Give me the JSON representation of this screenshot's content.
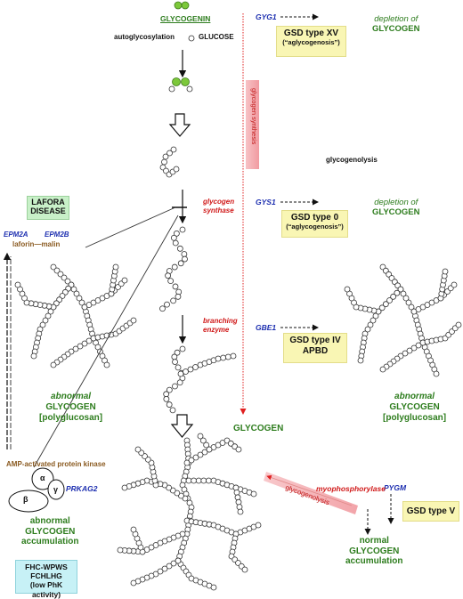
{
  "top": {
    "glycogenin": "GLYCOGENIN",
    "autoglycosylation": "autoglycosylation",
    "glucose": "GLUCOSE"
  },
  "steps": {
    "synthase": [
      "glycogen",
      "synthase"
    ],
    "branching": [
      "branching",
      "enzyme"
    ],
    "glycogen": "GLYCOGEN"
  },
  "arrows": {
    "synthesis": "glycogen synthesis",
    "glycogenolysis_header": "glycogenolysis",
    "glycogenolysis_label": "glycogenolysis"
  },
  "genes": {
    "gyg1": "GYG1",
    "gys1": "GYS1",
    "gbe1": "GBE1",
    "pygm": "PYGM",
    "epm2a": "EPM2A",
    "epm2b": "EPM2B",
    "prkag2": "PRKAG2"
  },
  "diseases": {
    "gsd15": [
      "GSD type XV",
      "(“aglycogenosis”)"
    ],
    "gsd0": [
      "GSD type 0",
      "(“aglycogenosis”)"
    ],
    "gsd4": [
      "GSD type IV",
      "APBD"
    ],
    "gsd5": "GSD type V"
  },
  "depletion": {
    "a": [
      "depletion of",
      "GLYCOGEN"
    ],
    "b": [
      "depletion of",
      "GLYCOGEN"
    ]
  },
  "lafora": {
    "box": [
      "LAFORA",
      "DISEASE"
    ],
    "laforin_malin": "laforin—malin"
  },
  "abnormal_left": [
    "abnormal",
    "GLYCOGEN",
    "[polyglucosan]"
  ],
  "abnormal_right": [
    "abnormal",
    "GLYCOGEN",
    "[polyglucosan]"
  ],
  "ampk": {
    "label": "AMP-activated protein kinase",
    "alpha": "α",
    "gamma": "γ",
    "beta": "β"
  },
  "abnormal_accum": [
    "abnormal",
    "GLYCOGEN",
    "accumulation"
  ],
  "myophosphorylase": "myophosphorylase",
  "normal_accum": [
    "normal",
    "GLYCOGEN",
    "accumulation"
  ],
  "fhc": [
    "FHC-WPWS",
    "FCHLHG",
    "(low PhK activity)"
  ],
  "colors": {
    "green": "#2e7d1e",
    "blue": "#1d2fb0",
    "red": "#d01818",
    "brown": "#8a5a20",
    "yellow_box": "#f9f6b4",
    "pink": "#f4b3b8"
  }
}
